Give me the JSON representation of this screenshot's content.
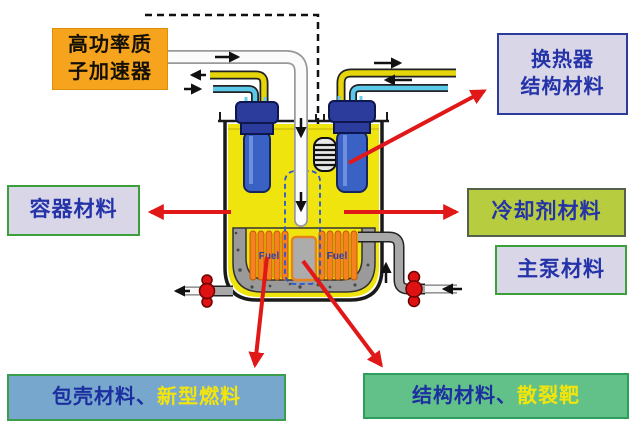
{
  "boxes": {
    "accelerator": {
      "line1": "高功率质",
      "line2": "子加速器",
      "bg": "#F6A41E",
      "text_color": "#141005"
    },
    "heat_exchanger": {
      "line1": "换热器",
      "line2": "结构材料",
      "bg": "#D9D6E8",
      "border": "#2B3C9C",
      "text_color": "#2433A8"
    },
    "vessel_material": {
      "label": "容器材料",
      "bg": "#D9D6E8",
      "border": "#3BA03B",
      "text_color": "#2433A8"
    },
    "coolant_material": {
      "label": "冷却剂材料",
      "bg": "#B7CC3E",
      "border": "#55614B",
      "text_color": "#2433A8"
    },
    "pump_material": {
      "label": "主泵材料",
      "bg": "#D9D6E8",
      "border": "#3BA03B",
      "text_color": "#2433A8"
    },
    "cladding_fuel": {
      "part1": "包壳材料、",
      "part2": "新型燃料",
      "bg": "#78A7CE",
      "border": "#3B9E4C",
      "part1_color": "#1B2FA0",
      "part2_color": "#F2E50C"
    },
    "structure_target": {
      "part1": "结构材料、",
      "part2": "散裂靶",
      "bg": "#62C189",
      "border": "#2E9E5E",
      "part1_color": "#1B2FA0",
      "part2_color": "#F2E50C"
    }
  },
  "diagram": {
    "fuel_label_left": "Fuel",
    "fuel_label_right": "Fuel",
    "coolant_fill": "#F0E40F",
    "vessel_outline": "#1A1A1A",
    "pump_body_color": "#3A62C4",
    "pump_cap_color": "#2B3C9C",
    "fuel_rod_color": "#F58220",
    "core_barrel_color": "#9A9A9A",
    "target_color": "#ACACAC",
    "valve_color": "#DE1212",
    "pointer_arrow_color": "#E11818",
    "yellow_pipe_color": "#E5D50A",
    "cyan_pipe_color": "#5BC8EA"
  }
}
